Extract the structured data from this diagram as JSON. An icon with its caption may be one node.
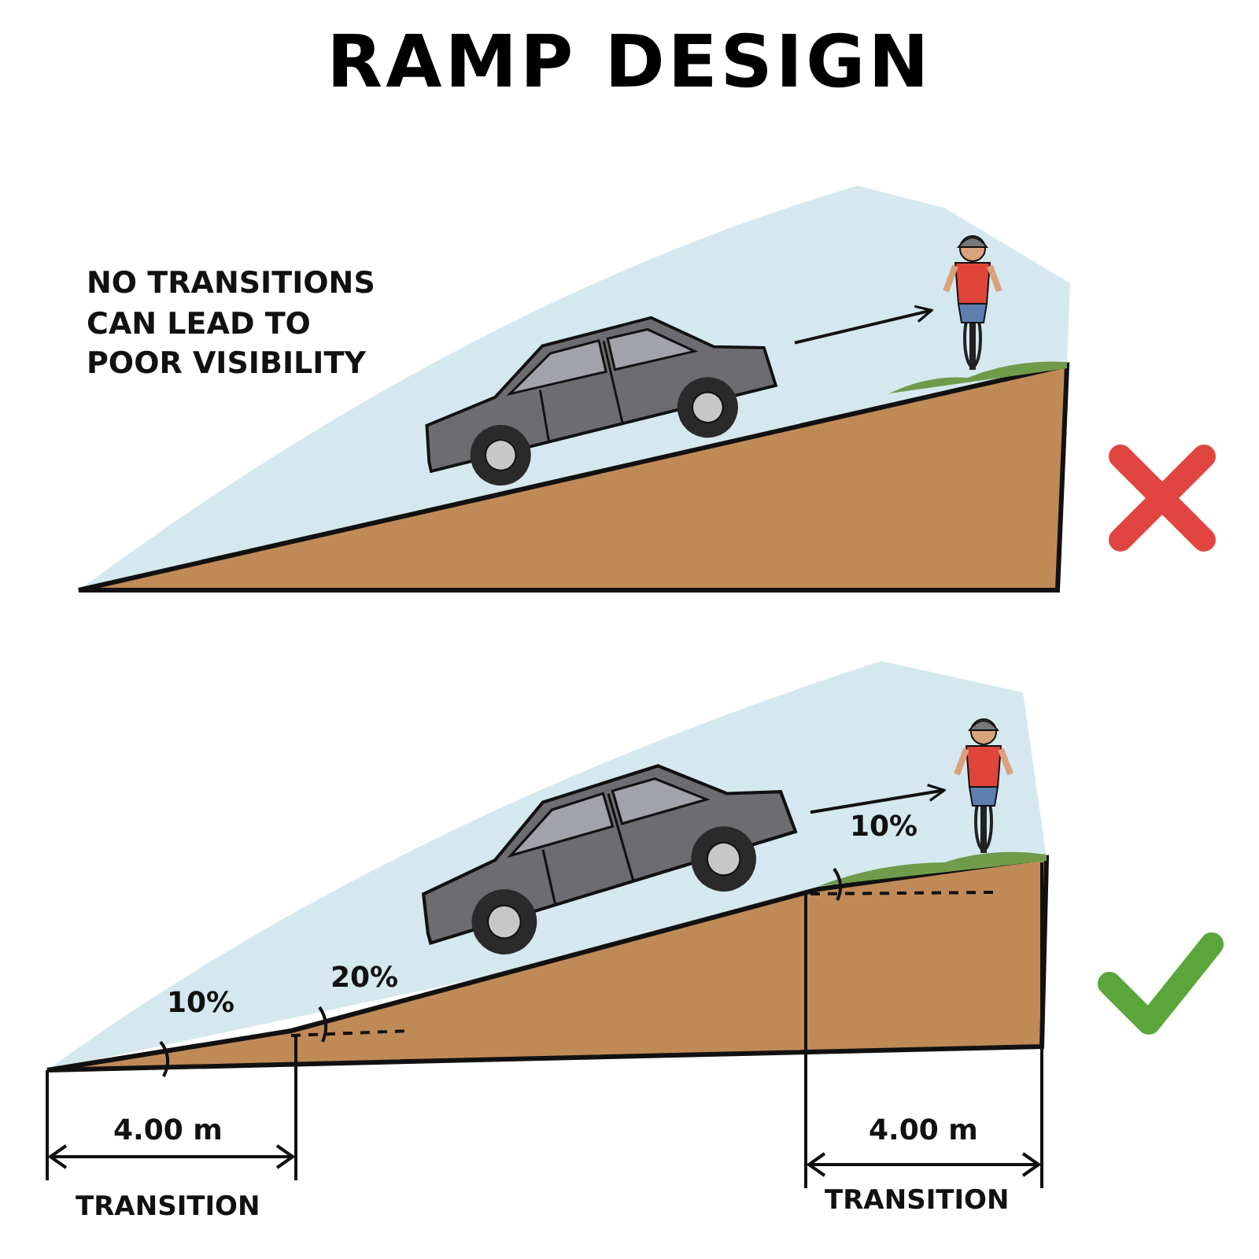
{
  "diagram": {
    "title": "RAMP DESIGN",
    "nodes": [
      {
        "text": [],
        "shape": "picture"
      },
      {
        "text": [],
        "shape": "person"
      },
      {
        "text": [],
        "shape": "picture"
      },
      {
        "text": [],
        "shape": "person"
      }
    ],
    "edges": [
      {
        "from": 0,
        "to": 1,
        "arrow": "to"
      },
      {
        "from": 2,
        "to": 3,
        "arrow": "to"
      }
    ],
    "labels": [
      "NO TRANSITIONS CAN LEAD TO POOR VISIBILITY",
      "10%",
      "20%",
      "10%",
      "4.00 m",
      "TRANSITION",
      "4.00 m",
      "TRANSITION"
    ]
  }
}
